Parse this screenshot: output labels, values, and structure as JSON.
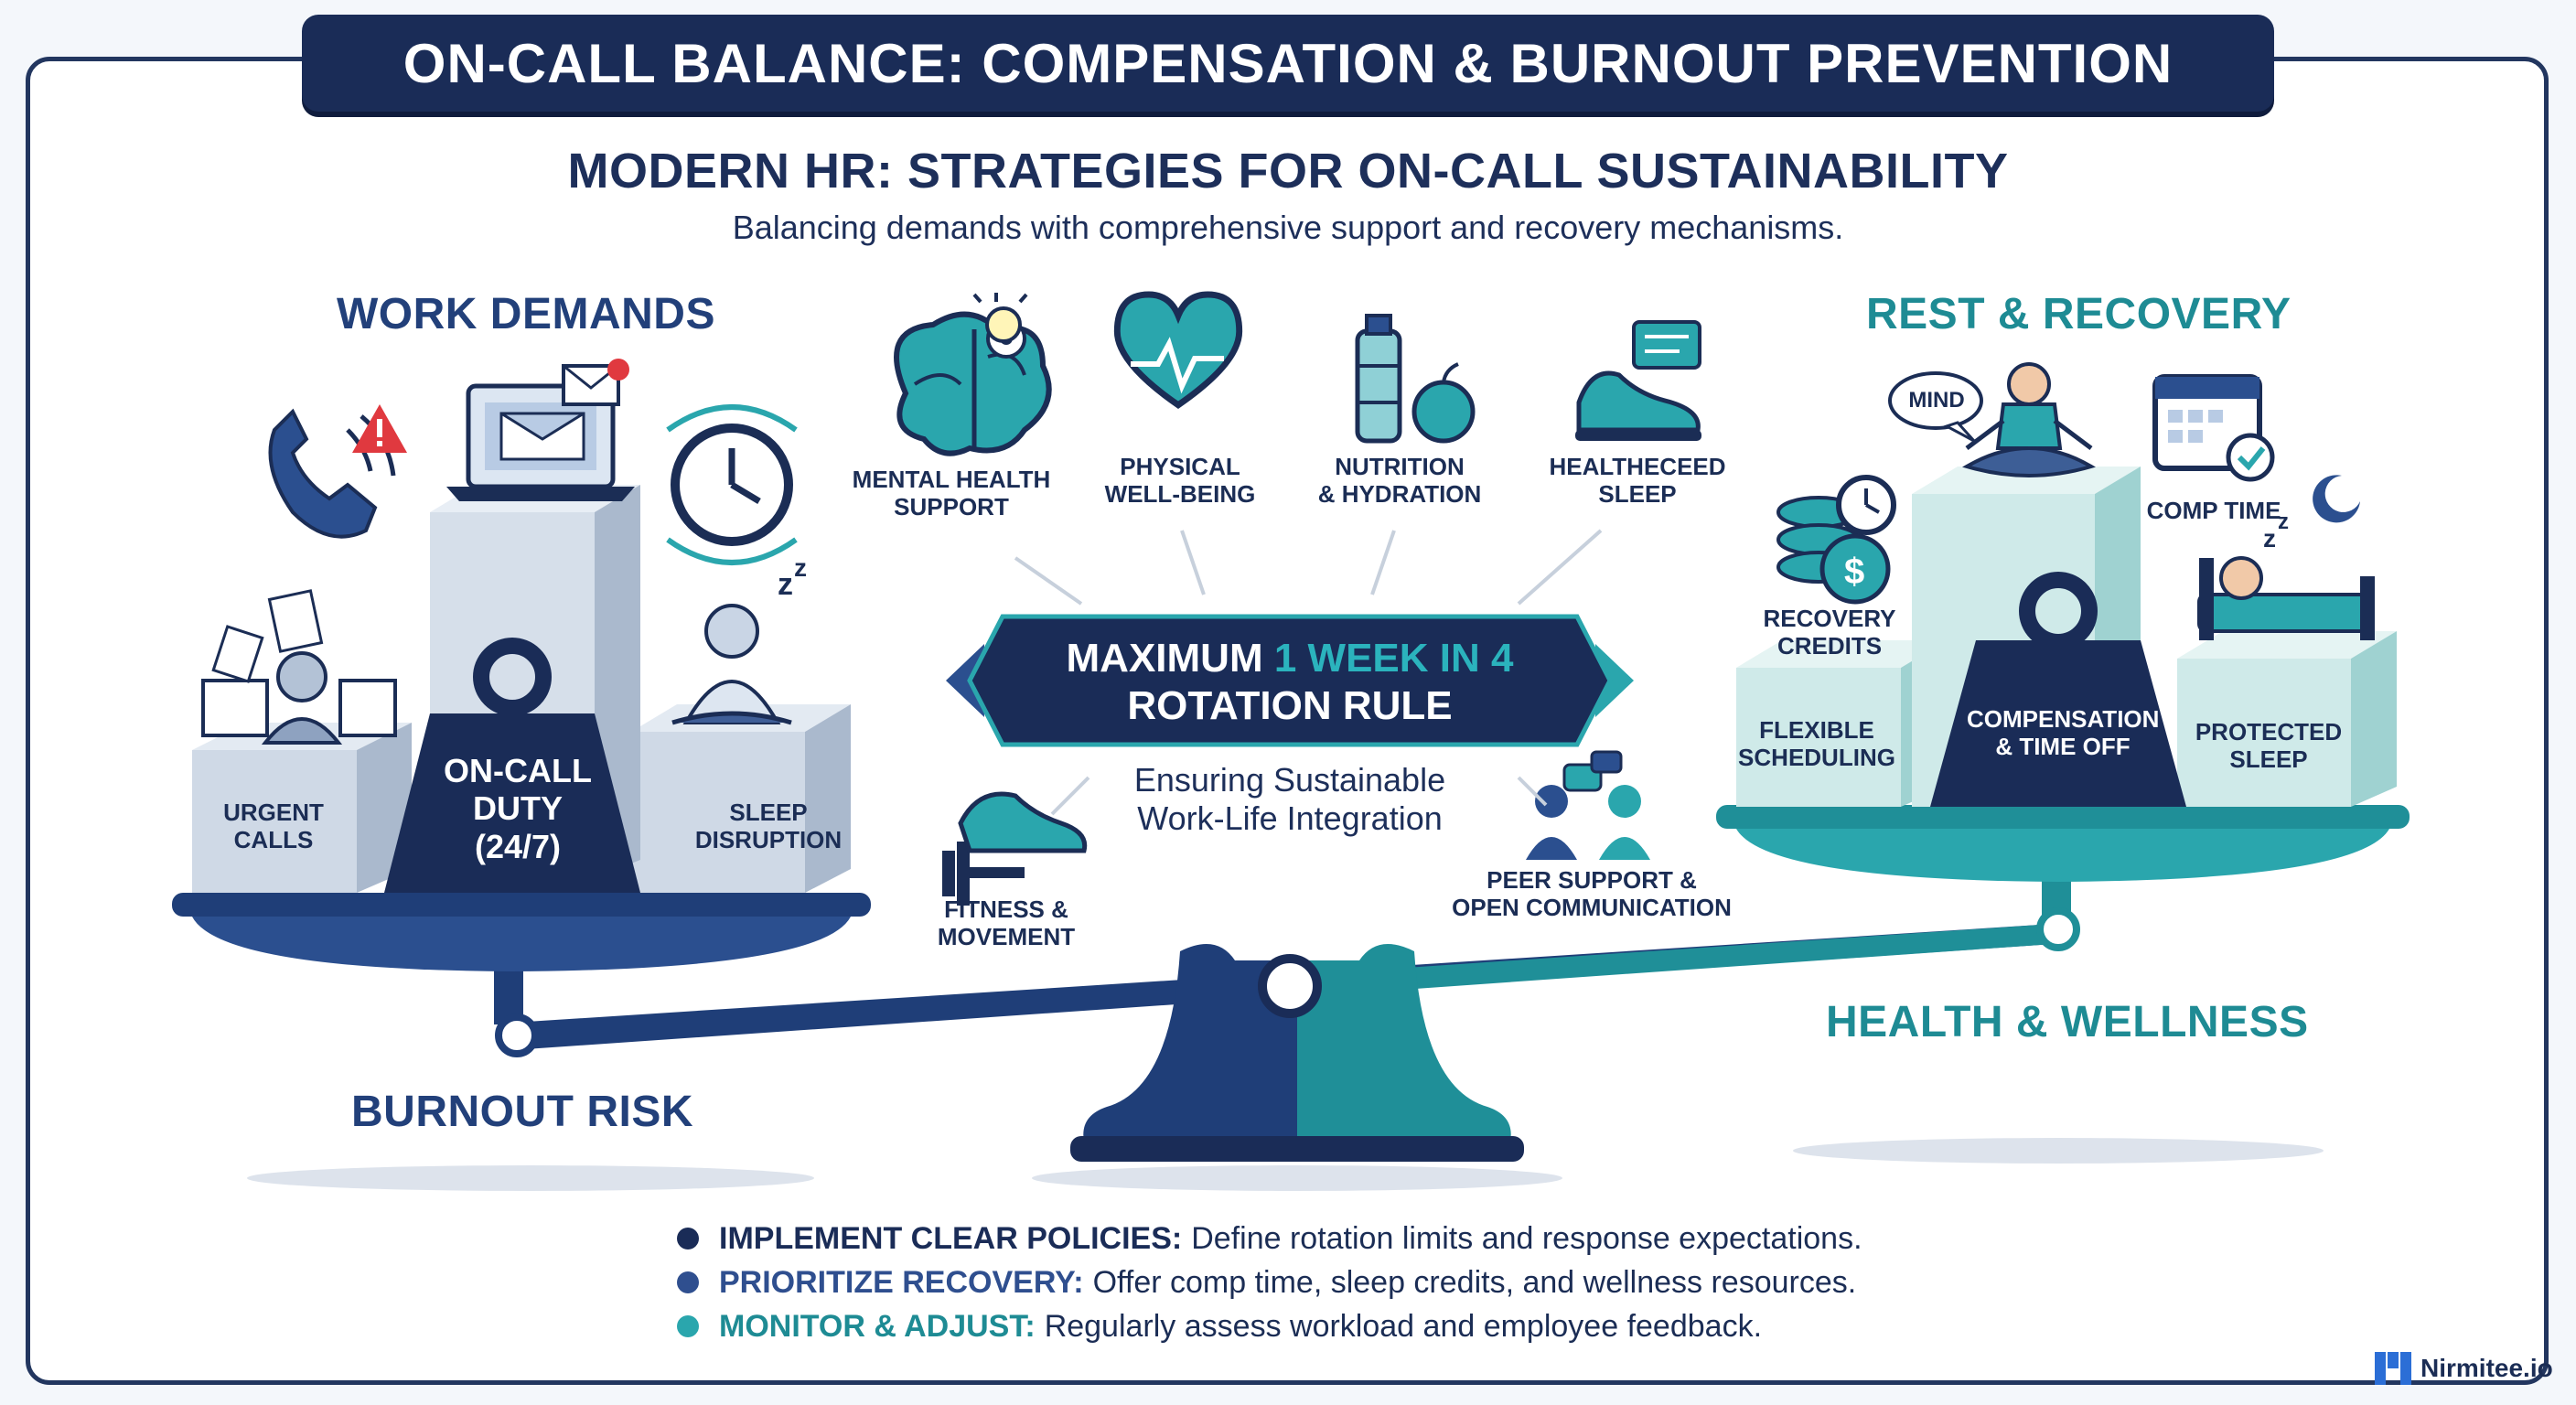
{
  "header": {
    "title": "ON-CALL BALANCE: COMPENSATION & BURNOUT PREVENTION",
    "subtitle": "MODERN HR: STRATEGIES FOR ON-CALL SUSTAINABILITY",
    "tagline": "Balancing demands with comprehensive support and recovery mechanisms."
  },
  "left": {
    "heading": "WORK DEMANDS",
    "footer": "BURNOUT RISK",
    "block_urgent": [
      "URGENT",
      "CALLS"
    ],
    "block_duty": [
      "ON-CALL",
      "DUTY",
      "(24/7)"
    ],
    "block_sleep": [
      "SLEEP",
      "DISRUPTION"
    ]
  },
  "right": {
    "heading": "REST & RECOVERY",
    "footer": "HEALTH & WELLNESS",
    "mind_bubble": "MIND",
    "comp_time": "COMP TIME",
    "recovery_credits": [
      "RECOVERY",
      "CREDITS"
    ],
    "block_flexible": [
      "FLEXIBLE",
      "SCHEDULING"
    ],
    "block_comp": [
      "COMPENSATION",
      "& TIME OFF"
    ],
    "block_sleep": [
      "PROTECTED",
      "SLEEP"
    ]
  },
  "wellness": {
    "mental": [
      "MENTAL HEALTH",
      "SUPPORT"
    ],
    "physical": [
      "PHYSICAL",
      "WELL-BEING"
    ],
    "nutrition": [
      "NUTRITION",
      "& HYDRATION"
    ],
    "sleep": [
      "HEALTHECEED",
      "SLEEP"
    ],
    "fitness": [
      "FITNESS &",
      "MOVEMENT"
    ],
    "peer": [
      "PEER SUPPORT &",
      "OPEN COMMUNICATION"
    ]
  },
  "center": {
    "rule_line1_a": "MAXIMUM ",
    "rule_line1_b": "1 WEEK IN 4",
    "rule_line2": "ROTATION RULE",
    "sub_line1": "Ensuring Sustainable",
    "sub_line2": "Work-Life Integration"
  },
  "bullets": [
    {
      "key": "IMPLEMENT CLEAR POLICIES:",
      "text": "Define rotation limits and response expectations.",
      "color": "#1a2c57"
    },
    {
      "key": "PRIORITIZE RECOVERY:",
      "text": "Offer comp time, sleep credits, and wellness resources.",
      "color": "#2f4f8f"
    },
    {
      "key": "MONITOR & ADJUST:",
      "text": "Regularly assess workload and employee feedback.",
      "color": "#2aa6ad"
    }
  ],
  "brand": {
    "name": "Nirmitee.io"
  },
  "colors": {
    "navy": "#1a2c57",
    "blue": "#22407a",
    "teal": "#1e8b94",
    "teal_light": "#2bb3bd",
    "block_left": "#cfd9e6",
    "block_right": "#cfeae9"
  }
}
